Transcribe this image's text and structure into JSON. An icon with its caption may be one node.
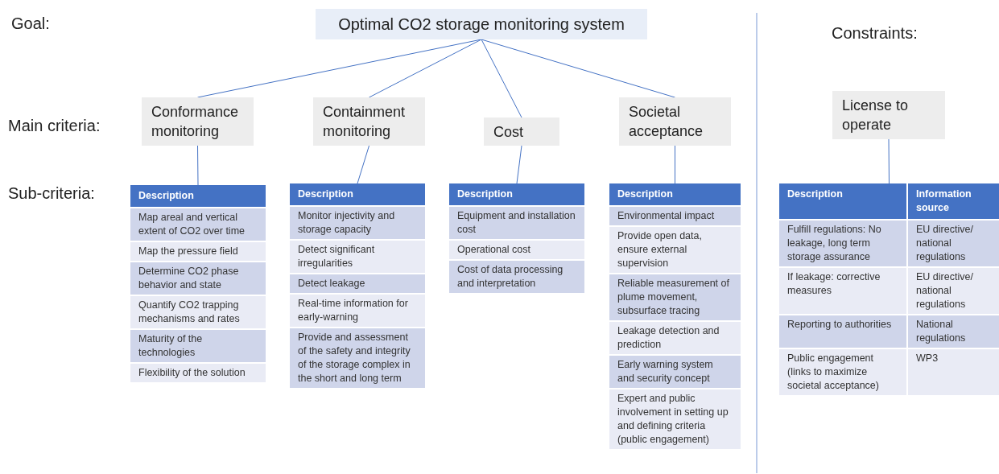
{
  "diagram": {
    "nodes": [
      {
        "text": [
          "Optimal CO2 storage monitoring system"
        ]
      },
      {
        "text": [
          "Conformance monitoring"
        ]
      },
      {
        "text": [
          "Containment monitoring"
        ]
      },
      {
        "text": [
          "Cost"
        ]
      },
      {
        "text": [
          "Societal acceptance"
        ]
      },
      {
        "text": [
          "License to operate"
        ]
      },
      {
        "text": [
          "Description",
          "Map areal and vertical extent of CO2 over time",
          "Map the pressure field",
          "Determine CO2 phase behavior and state",
          "Quantify CO2 trapping mechanisms and rates",
          "Maturity of the technologies",
          "Flexibility of the solution"
        ]
      },
      {
        "text": [
          "Description",
          "Monitor injectivity and storage capacity",
          "Detect significant irregularities",
          "Detect leakage",
          "Real-time information for early-warning",
          "Provide and assessment of the safety and integrity of the storage complex in the short and long term"
        ]
      },
      {
        "text": [
          "Description",
          "Equipment and installation cost",
          "Operational cost",
          "Cost of data processing and interpretation"
        ]
      },
      {
        "text": [
          "Description",
          "Environmental impact",
          "Provide open data, ensure external supervision",
          "Reliable measurement of plume movement, subsurface tracing",
          "Leakage detection and prediction",
          "Early warning system and security concept",
          "Expert and public involvement in setting up and defining criteria (public engagement)"
        ]
      },
      {
        "text": [
          "Description",
          "Information source",
          "Fulfill regulations: No leakage, long term storage assurance",
          "EU directive/ national regulations",
          "If leakage: corrective measures",
          "EU directive/ national regulations",
          "Reporting to authorities",
          "National regulations",
          "Public engagement (links to maximize societal acceptance)",
          "WP3"
        ]
      }
    ],
    "edges": [
      {
        "from": 0,
        "to": 1,
        "arrow": "none"
      },
      {
        "from": 0,
        "to": 2,
        "arrow": "none"
      },
      {
        "from": 0,
        "to": 3,
        "arrow": "none"
      },
      {
        "from": 0,
        "to": 4,
        "arrow": "none"
      },
      {
        "from": 1,
        "to": 6,
        "arrow": "none"
      },
      {
        "from": 2,
        "to": 7,
        "arrow": "none"
      },
      {
        "from": 3,
        "to": 8,
        "arrow": "none"
      },
      {
        "from": 4,
        "to": 9,
        "arrow": "none"
      },
      {
        "from": 5,
        "to": 10,
        "arrow": "none"
      }
    ],
    "labels": [
      "Goal:",
      "Constraints:",
      "Main criteria:",
      "Sub-criteria:"
    ]
  }
}
